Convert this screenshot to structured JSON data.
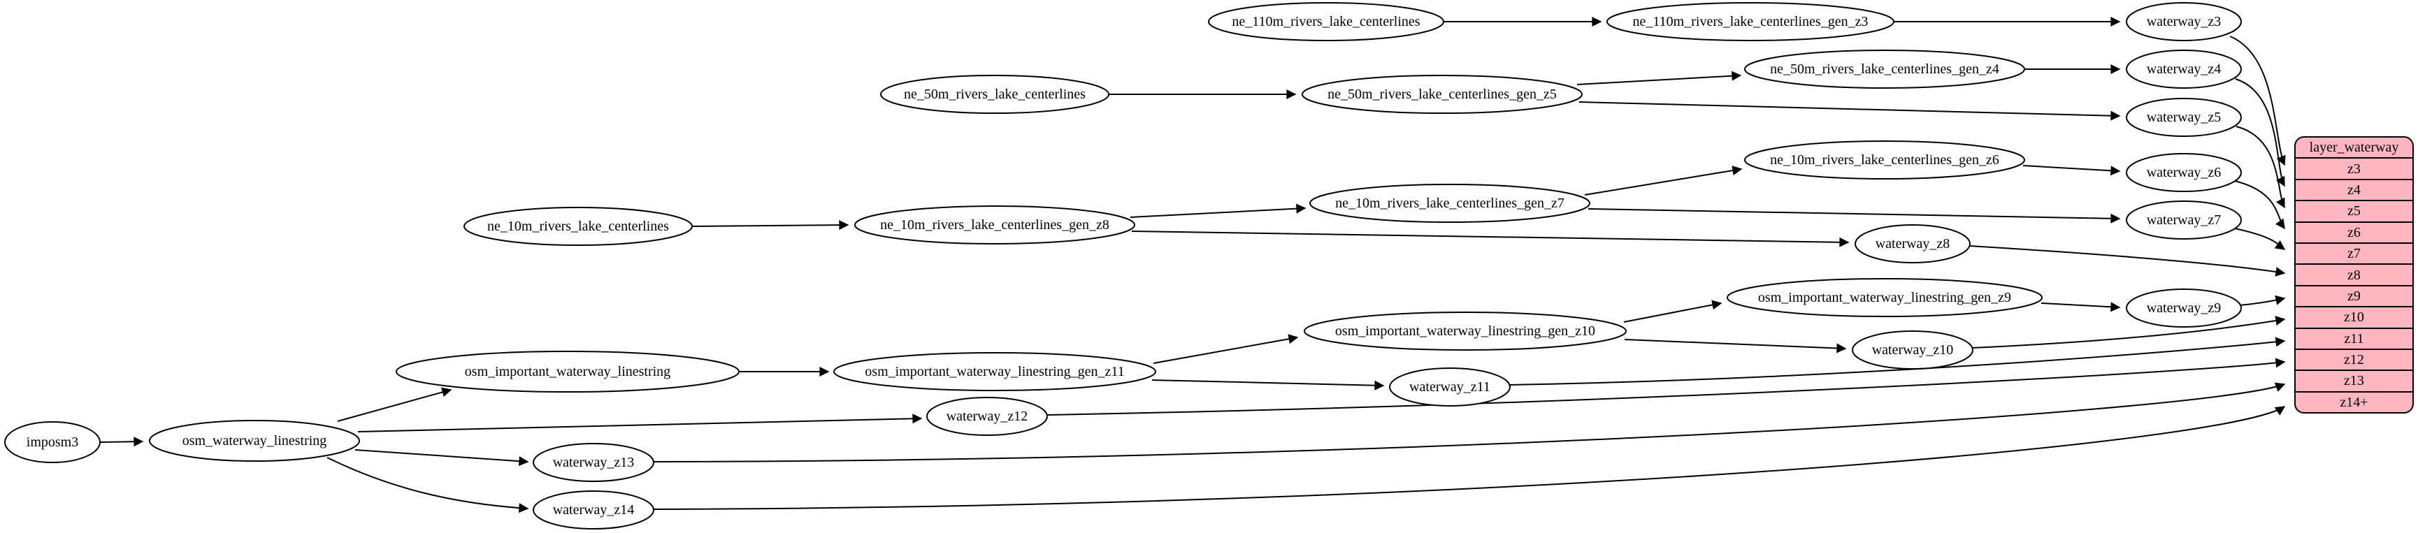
{
  "theme": {
    "bg": "#ffffff",
    "node-fill": "#ffffff",
    "stroke": "#000000",
    "text": "#000000",
    "record-fill": "#ffb6c1"
  },
  "nodes": {
    "imposm3": {
      "label": "imposm3"
    },
    "osm_waterway_linestring": {
      "label": "osm_waterway_linestring"
    },
    "osm_important_waterway_linestring": {
      "label": "osm_important_waterway_linestring"
    },
    "ne_110m_rivers_lake_centerlines": {
      "label": "ne_110m_rivers_lake_centerlines"
    },
    "ne_110m_rivers_lake_centerlines_gen_z3": {
      "label": "ne_110m_rivers_lake_centerlines_gen_z3"
    },
    "ne_50m_rivers_lake_centerlines": {
      "label": "ne_50m_rivers_lake_centerlines"
    },
    "ne_50m_rivers_lake_centerlines_gen_z5": {
      "label": "ne_50m_rivers_lake_centerlines_gen_z5"
    },
    "ne_50m_rivers_lake_centerlines_gen_z4": {
      "label": "ne_50m_rivers_lake_centerlines_gen_z4"
    },
    "ne_10m_rivers_lake_centerlines": {
      "label": "ne_10m_rivers_lake_centerlines"
    },
    "ne_10m_rivers_lake_centerlines_gen_z8": {
      "label": "ne_10m_rivers_lake_centerlines_gen_z8"
    },
    "ne_10m_rivers_lake_centerlines_gen_z7": {
      "label": "ne_10m_rivers_lake_centerlines_gen_z7"
    },
    "ne_10m_rivers_lake_centerlines_gen_z6": {
      "label": "ne_10m_rivers_lake_centerlines_gen_z6"
    },
    "osm_important_waterway_linestring_gen_z9": {
      "label": "osm_important_waterway_linestring_gen_z9"
    },
    "osm_important_waterway_linestring_gen_z10": {
      "label": "osm_important_waterway_linestring_gen_z10"
    },
    "osm_important_waterway_linestring_gen_z11": {
      "label": "osm_important_waterway_linestring_gen_z11"
    },
    "waterway_z3": {
      "label": "waterway_z3"
    },
    "waterway_z4": {
      "label": "waterway_z4"
    },
    "waterway_z5": {
      "label": "waterway_z5"
    },
    "waterway_z6": {
      "label": "waterway_z6"
    },
    "waterway_z7": {
      "label": "waterway_z7"
    },
    "waterway_z8": {
      "label": "waterway_z8"
    },
    "waterway_z9": {
      "label": "waterway_z9"
    },
    "waterway_z10": {
      "label": "waterway_z10"
    },
    "waterway_z11": {
      "label": "waterway_z11"
    },
    "waterway_z12": {
      "label": "waterway_z12"
    },
    "waterway_z13": {
      "label": "waterway_z13"
    },
    "waterway_z14": {
      "label": "waterway_z14"
    }
  },
  "layer_table": {
    "title": "layer_waterway",
    "rows": [
      "z3",
      "z4",
      "z5",
      "z6",
      "z7",
      "z8",
      "z9",
      "z10",
      "z11",
      "z12",
      "z13",
      "z14+"
    ]
  }
}
